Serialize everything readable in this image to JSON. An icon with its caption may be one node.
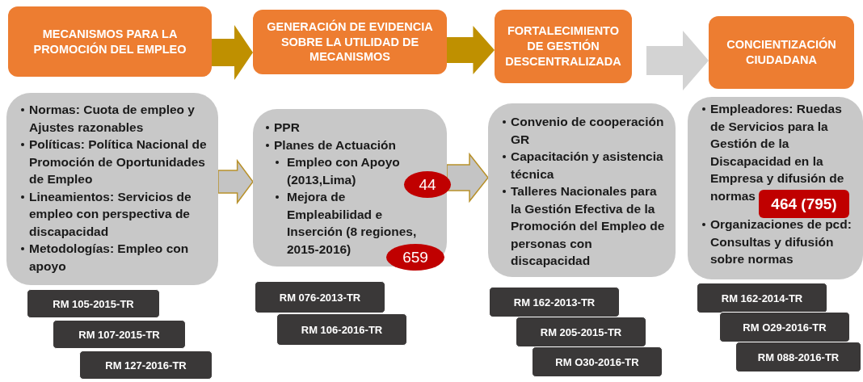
{
  "diagram": {
    "nodes": [
      {
        "text": [
          "MECANISMOS PARA LA PROMOCIÓN DEL EMPLEO"
        ]
      },
      {
        "text": [
          "GENERACIÓN DE EVIDENCIA SOBRE LA UTILIDAD DE MECANISMOS"
        ]
      },
      {
        "text": [
          "FORTALECIMIENTO DE GESTIÓN DESCENTRALIZADA"
        ]
      },
      {
        "text": [
          "CONCIENTIZACIÓN CIUDADANA"
        ]
      },
      {
        "text": [
          "Normas: Cuota de empleo y Ajustes razonables",
          "Políticas: Política Nacional de Promoción de Oportunidades de Empleo",
          "Lineamientos: Servicios de empleo con perspectiva de discapacidad",
          "Metodologías: Empleo con apoyo"
        ]
      },
      {
        "text": [
          "PPR",
          "Planes de Actuación",
          "Empleo con Apoyo (2013,Lima)",
          "Mejora de Empleabilidad e Inserción (8 regiones, 2015-2016)"
        ]
      },
      {
        "text": [
          "Convenio de cooperación GR",
          "Capacitación y asistencia técnica",
          "Talleres Nacionales para la Gestión Efectiva de la Promoción del Empleo de personas con discapacidad"
        ]
      },
      {
        "text": [
          "Empleadores: Ruedas de Servicios para la Gestión de la Discapacidad en la Empresa y difusión de normas",
          "Organizaciones de pcd: Consultas y difusión sobre normas"
        ]
      },
      {
        "text": [
          "44"
        ]
      },
      {
        "text": [
          "659"
        ]
      },
      {
        "text": [
          "464 (795)"
        ],
        "in": 7
      },
      {
        "text": [
          "RM 105-2015-TR"
        ]
      },
      {
        "text": [
          "RM 107-2015-TR"
        ]
      },
      {
        "text": [
          "RM 127-2016-TR"
        ]
      },
      {
        "text": [
          "RM 076-2013-TR"
        ]
      },
      {
        "text": [
          "RM 106-2016-TR"
        ]
      },
      {
        "text": [
          "RM 162-2013-TR"
        ]
      },
      {
        "text": [
          "RM 205-2015-TR"
        ]
      },
      {
        "text": [
          "RM O30-2016-TR"
        ]
      },
      {
        "text": [
          "RM 162-2014-TR"
        ]
      },
      {
        "text": [
          "RM O29-2016-TR"
        ]
      },
      {
        "text": [
          "RM 088-2016-TR"
        ]
      }
    ],
    "edges": [
      {
        "from": 0,
        "to": 1,
        "arrow": "to",
        "color": "#bf9000"
      },
      {
        "from": 1,
        "to": 2,
        "arrow": "to",
        "color": "#bf9000"
      },
      {
        "from": 2,
        "to": 3,
        "arrow": "to",
        "color": "#d3d3d3"
      },
      {
        "from": 4,
        "to": 5,
        "arrow": "to",
        "color": "#c4c4c4"
      },
      {
        "from": 5,
        "to": 6,
        "arrow": "to",
        "color": "#c4c4c4"
      }
    ]
  }
}
